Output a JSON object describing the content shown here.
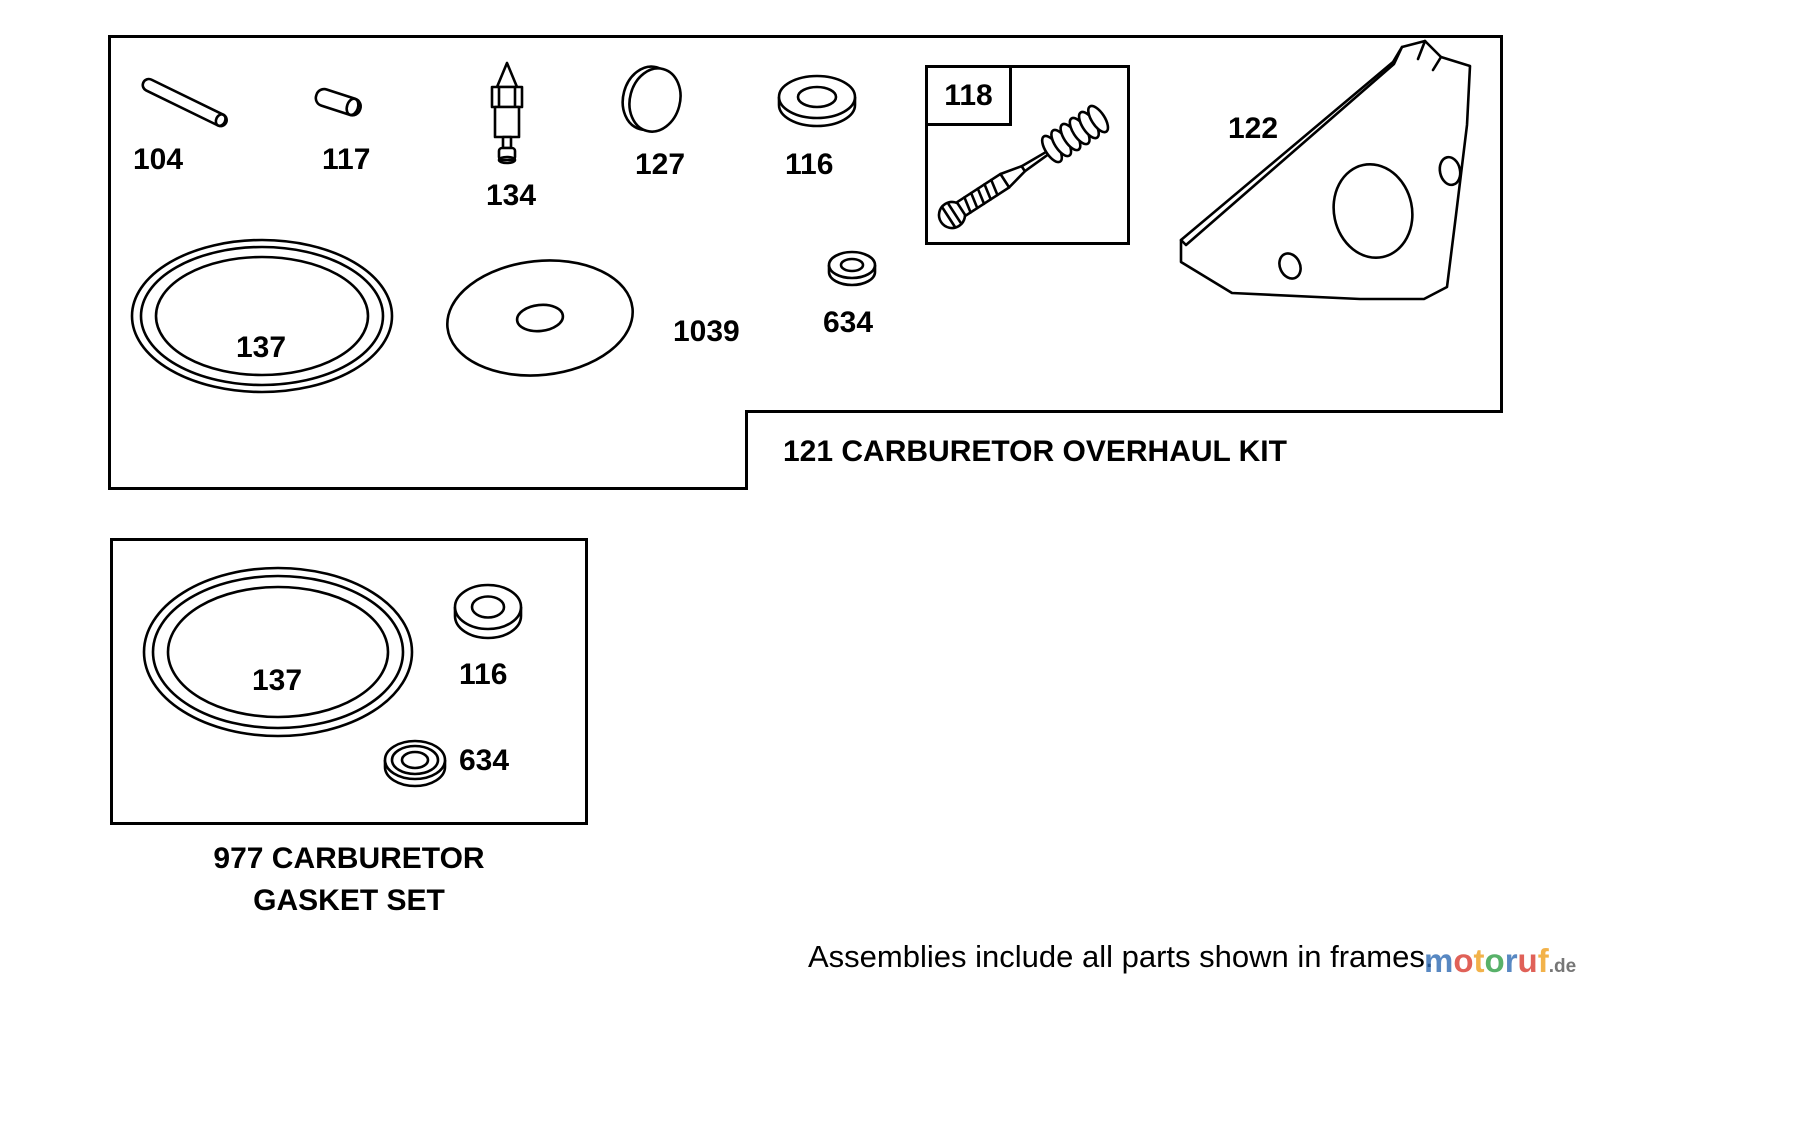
{
  "overhaul_kit": {
    "title": "121 CARBURETOR OVERHAUL KIT",
    "labels": {
      "l104": "104",
      "l117": "117",
      "l134": "134",
      "l127": "127",
      "l116": "116",
      "l118": "118",
      "l122": "122",
      "l137": "137",
      "l1039": "1039",
      "l634": "634"
    }
  },
  "gasket_set": {
    "title_line1": "977 CARBURETOR",
    "title_line2": "GASKET SET",
    "labels": {
      "l137": "137",
      "l116": "116",
      "l634": "634"
    }
  },
  "footer": {
    "note": "Assemblies include all parts shown in frames.",
    "watermark_letters": [
      {
        "ch": "m",
        "color": "#2f6bb3"
      },
      {
        "ch": "o",
        "color": "#d93a2f"
      },
      {
        "ch": "t",
        "color": "#f0a01e"
      },
      {
        "ch": "o",
        "color": "#2f9e44"
      },
      {
        "ch": "r",
        "color": "#2f6bb3"
      },
      {
        "ch": "u",
        "color": "#d93a2f"
      },
      {
        "ch": "f",
        "color": "#f0a01e"
      }
    ],
    "watermark_suffix": ".de"
  }
}
